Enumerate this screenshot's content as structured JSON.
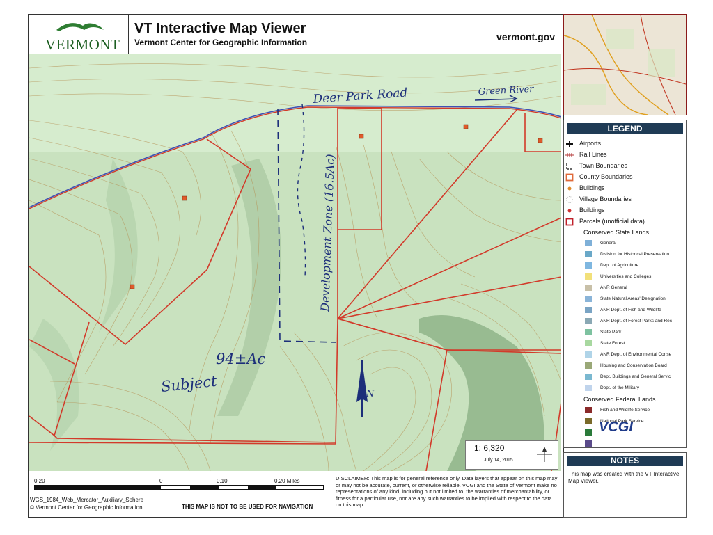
{
  "header": {
    "logo_text": "VERMONT",
    "title": "VT Interactive Map Viewer",
    "subtitle": "Vermont Center for Geographic Information",
    "site": "vermont.gov"
  },
  "map": {
    "road_label": "Deer Park Road",
    "direction_label": "Green River",
    "zone_label": "Development Zone (16.5Ac)",
    "subject_area": "94±Ac",
    "subject_label": "Subject",
    "north_label": "N",
    "scale_ratio": "1: 6,320",
    "date": "July 14, 2015",
    "colors": {
      "terrain": "#c8e3be",
      "contour": "#b58f52",
      "parcel": "#d23a2a",
      "road": "#3f51b5",
      "handwriting": "#1c2e7a"
    }
  },
  "footer": {
    "scale_labels": [
      "0.20",
      "0",
      "0.10",
      "0.20 Miles"
    ],
    "projection": "WGS_1984_Web_Mercator_Auxiliary_Sphere",
    "copyright": "© Vermont Center for Geographic Information",
    "nav_warning": "THIS MAP IS NOT TO BE USED FOR NAVIGATION",
    "disclaimer": "DISCLAIMER: This map is for general reference only. Data layers that appear on this map may or may not be accurate, current, or otherwise reliable. VCGI and the State of Vermont make no representations of any kind, including but not limited to, the warranties of merchantability, or fitness for a particular use, nor are any such warranties to be implied with respect to the data on this map."
  },
  "legend": {
    "title": "LEGEND",
    "items": [
      {
        "label": "Airports",
        "icon": "plus-icon",
        "color": "#111111"
      },
      {
        "label": "Rail Lines",
        "icon": "rail-icon",
        "color": "#b03030"
      },
      {
        "label": "Town Boundaries",
        "icon": "dashed-boundary-icon",
        "color": "#333333"
      },
      {
        "label": "County Boundaries",
        "icon": "square-outline-icon",
        "color": "#e06a3a"
      },
      {
        "label": "Buildings",
        "icon": "dot-icon",
        "color": "#e08a2a"
      },
      {
        "label": "Village Boundaries",
        "icon": "dotted-circle-icon",
        "color": "#bbbbbb"
      },
      {
        "label": "Buildings",
        "icon": "dot-icon",
        "color": "#d03030"
      },
      {
        "label": "Parcels (unofficial data)",
        "icon": "square-outline-icon",
        "color": "#c0202a"
      }
    ],
    "state_lands_title": "Conserved State Lands",
    "state_lands": [
      {
        "label": "General",
        "color": "#7fb0d8"
      },
      {
        "label": "Division for Historical Preservation",
        "color": "#6aa8c8"
      },
      {
        "label": "Dept. of Agriculture",
        "color": "#7fb7e0"
      },
      {
        "label": "Universities and Colleges",
        "color": "#f2e07a"
      },
      {
        "label": "ANR General",
        "color": "#c8c0a8"
      },
      {
        "label": "State Natural Areas' Designation",
        "color": "#8ab4d8"
      },
      {
        "label": "ANR Dept. of Fish and Wildlife",
        "color": "#7aa4c4"
      },
      {
        "label": "ANR Dept. of Forest Parks and Rec",
        "color": "#8aa8b4"
      },
      {
        "label": "State Park",
        "color": "#7ec2a0"
      },
      {
        "label": "State Forest",
        "color": "#a8d8a0"
      },
      {
        "label": "ANR Dept. of Environmental Conse",
        "color": "#b0d4e8"
      },
      {
        "label": "Housing and Conservation Board",
        "color": "#9aa878"
      },
      {
        "label": "Dept. Buildings and General Servic",
        "color": "#7ab8d0"
      },
      {
        "label": "Dept. of the Military",
        "color": "#c0d4ec"
      }
    ],
    "federal_lands_title": "Conserved Federal Lands",
    "federal_lands": [
      {
        "label": "Fish and Wildlife Service",
        "color": "#8a2a2a"
      },
      {
        "label": "National Park Service",
        "color": "#7a6a2a"
      },
      {
        "label": "",
        "color": "#2a7a3a"
      },
      {
        "label": "",
        "color": "#5a4a8a"
      }
    ],
    "badge_text": "VCGI"
  },
  "notes": {
    "title": "NOTES",
    "text": "This map was created with the VT Interactive Map Viewer."
  }
}
